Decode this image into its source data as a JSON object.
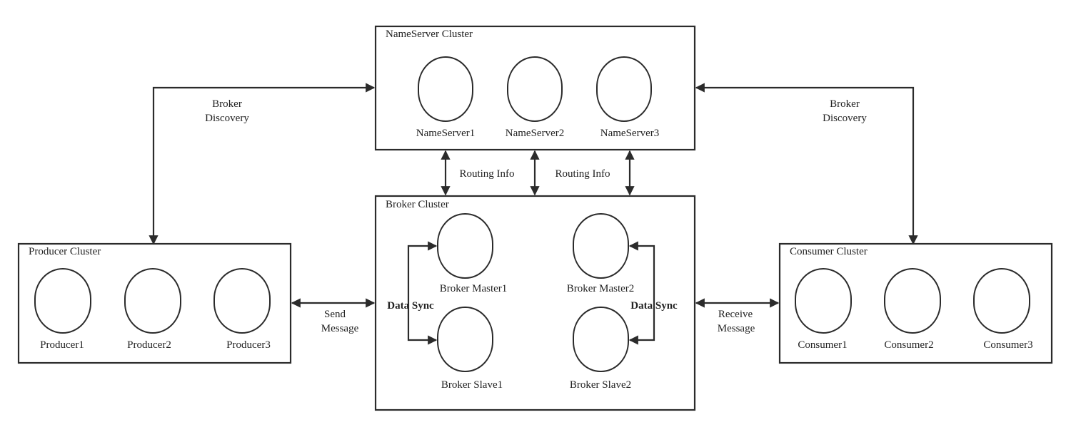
{
  "colors": {
    "stroke": "#2b2b2b",
    "text": "#222222",
    "background": "#ffffff"
  },
  "clusters": {
    "nameserver": {
      "title": "NameServer Cluster",
      "nodes": [
        "NameServer1",
        "NameServer2",
        "NameServer3"
      ]
    },
    "broker": {
      "title": "Broker Cluster",
      "nodes": [
        "Broker Master1",
        "Broker Slave1",
        "Broker Master2",
        "Broker Slave2"
      ]
    },
    "producer": {
      "title": "Producer Cluster",
      "nodes": [
        "Producer1",
        "Producer2",
        "Producer3"
      ]
    },
    "consumer": {
      "title": "Consumer Cluster",
      "nodes": [
        "Consumer1",
        "Consumer2",
        "Consumer3"
      ]
    }
  },
  "edges": {
    "broker_discovery_left": [
      "Broker",
      "Discovery"
    ],
    "broker_discovery_right": [
      "Broker",
      "Discovery"
    ],
    "routing_info_left": "Routing Info",
    "routing_info_right": "Routing Info",
    "send_message": [
      "Send",
      "Message"
    ],
    "receive_message": [
      "Receive",
      "Message"
    ],
    "data_sync_left": "Data Sync",
    "data_sync_right": "Data Sync"
  }
}
